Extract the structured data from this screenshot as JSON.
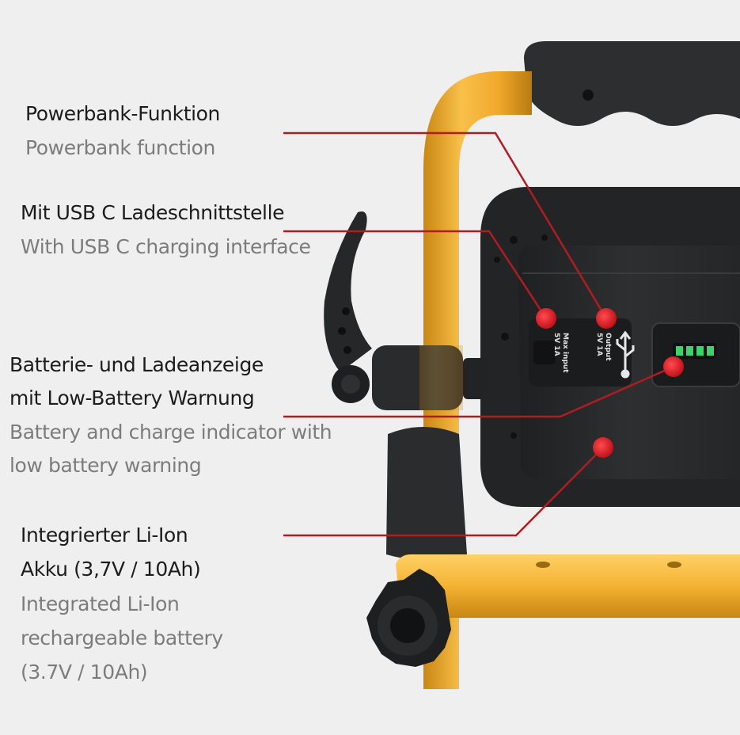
{
  "callouts": [
    {
      "de": "Powerbank-Funktion",
      "en": "Powerbank function"
    },
    {
      "de": "Mit USB C Ladeschnittstelle",
      "en": "With USB C charging interface"
    },
    {
      "de_1": "Batterie- und Ladeanzeige",
      "de_2": "mit Low-Battery Warnung",
      "en_1": "Battery and charge indicator with",
      "en_2": "low battery warning"
    },
    {
      "de_1": "Integrierter Li-Ion",
      "de_2": "Akku (3,7V / 10Ah)",
      "en_1": "Integrated Li-Ion",
      "en_2": "rechargeable battery",
      "en_3": "(3.7V / 10Ah)"
    }
  ],
  "port_labels": {
    "input_title": "Max input",
    "input_value": "5V 1A",
    "output_title": "Output",
    "output_value": "5V 1A"
  },
  "icons": [
    "usb-icon"
  ],
  "colors": {
    "frame": "#f4b233",
    "housing": "#2b2c2e",
    "callout_line": "#b01c22",
    "callout_dot": "#e01b24",
    "indicator": "#3bd46a"
  }
}
